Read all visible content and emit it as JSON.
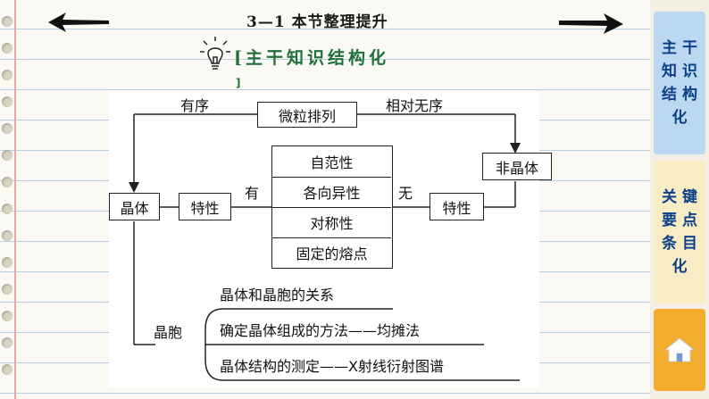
{
  "header": {
    "title": "3—1  本节整理提升",
    "subtitle": "[主干知识结构化",
    "subtitle_close": "]"
  },
  "sidebar": {
    "tabs": [
      {
        "rows": [
          "主干",
          "知识",
          "结构",
          "化"
        ]
      },
      {
        "rows": [
          "关键",
          "要点",
          "条目",
          "化"
        ]
      }
    ],
    "home_icon": "home-icon"
  },
  "diagram": {
    "top_node": "微粒排列",
    "left_edge_label": "有序",
    "right_edge_label": "相对无序",
    "crystal": "晶体",
    "noncrystal": "非晶体",
    "left_property": "特性",
    "right_property": "特性",
    "has_label": "有",
    "none_label": "无",
    "properties": [
      "自范性",
      "各向异性",
      "对称性",
      "固定的熔点"
    ],
    "cell": "晶胞",
    "cell_items": [
      "晶体和晶胞的关系",
      "确定晶体组成的方法——均摊法",
      "晶体结构的测定——X射线衍射图谱"
    ]
  },
  "colors": {
    "title_green": "#1f6f3a",
    "tab_blue": "#bcd8f0",
    "tab_cream": "#f8ecc4",
    "tab_orange": "#f2ad2e",
    "tab_text": "#0b3f8a"
  }
}
